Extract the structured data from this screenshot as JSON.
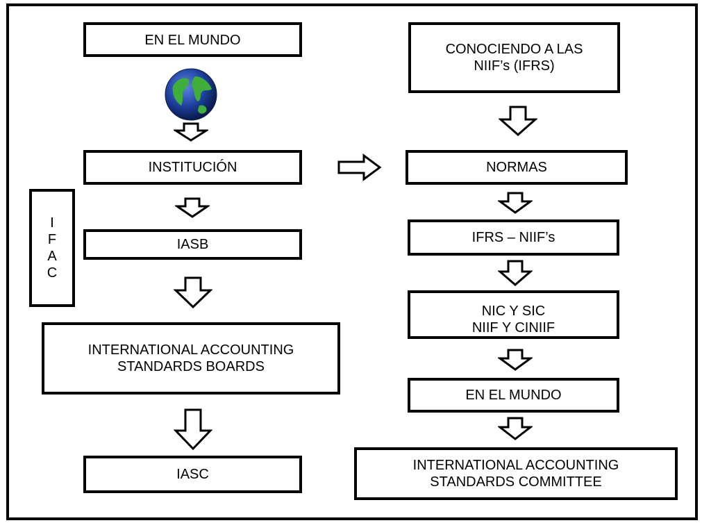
{
  "left": {
    "en_el_mundo": "EN EL MUNDO",
    "institucion": "INSTITUCIÓN",
    "iasb": "IASB",
    "boards_line1": "INTERNATIONAL ACCOUNTING",
    "boards_line2": "STANDARDS BOARDS",
    "iasc": "IASC"
  },
  "ifac": [
    "I",
    "F",
    "A",
    "C"
  ],
  "right": {
    "conociendo_line1": "CONOCIENDO A LAS",
    "conociendo_line2": "NIIF’s (IFRS)",
    "normas": "NORMAS",
    "ifrs_niif": "IFRS – NIIF’s",
    "nic_line1": "NIC Y SIC",
    "nic_line2": "NIIF Y CINIIF",
    "en_el_mundo": "EN EL MUNDO",
    "committee_line1": "INTERNATIONAL ACCOUNTING",
    "committee_line2": "STANDARDS COMMITTEE"
  },
  "icons": {
    "globe": "globe-icon",
    "arrow_down": "arrow-down-icon",
    "arrow_right": "arrow-right-icon"
  },
  "colors": {
    "border": "#000000",
    "globe_ocean": "#1c3f9c",
    "globe_land": "#3fae3a"
  }
}
